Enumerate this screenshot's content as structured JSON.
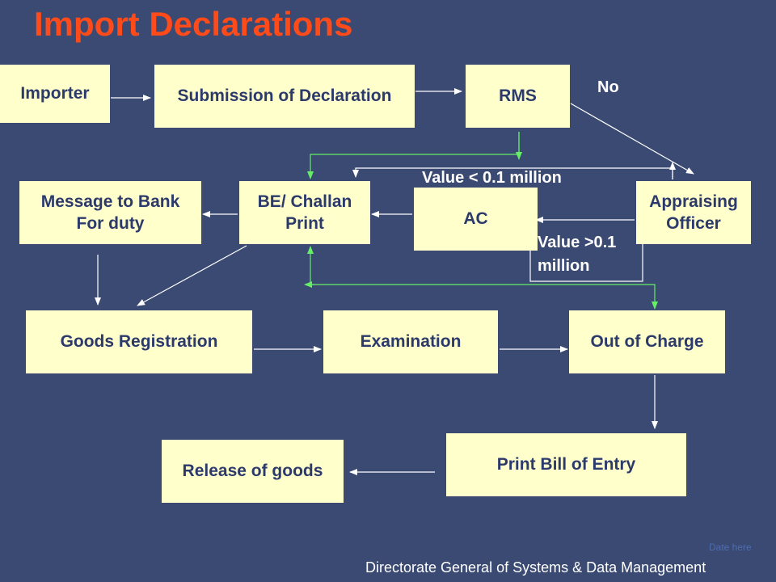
{
  "title": "Import Declarations",
  "boxes": {
    "importer": "Importer",
    "submission": "Submission of Declaration",
    "rms": "RMS",
    "message_bank": "Message to Bank\nFor duty",
    "be_challan": "BE/ Challan\nPrint",
    "ac": "AC",
    "appraising": "Appraising\nOfficer",
    "goods_registration": "Goods Registration",
    "examination": "Examination",
    "out_of_charge": "Out of Charge",
    "print_bill": "Print Bill of Entry",
    "release": "Release of goods"
  },
  "labels": {
    "no": "No",
    "value_less": "Value < 0.1 million",
    "value_more": "Value >0.1\nmillion"
  },
  "date_placeholder": "Date here",
  "footer": "Directorate General of Systems & Data Management",
  "colors": {
    "background": "#3a4a72",
    "title": "#ff4a1a",
    "box": "#ffffcc",
    "box_text": "#2b3a6b",
    "arrow_white": "#ffffff",
    "arrow_green": "#66ee66"
  }
}
